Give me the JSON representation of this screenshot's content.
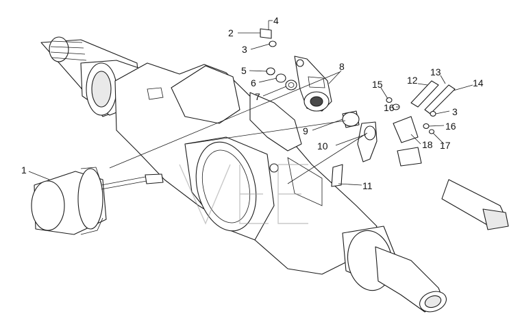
{
  "callouts": [
    {
      "id": "c1",
      "label": "1"
    },
    {
      "id": "c2",
      "label": "2"
    },
    {
      "id": "c3a",
      "label": "3"
    },
    {
      "id": "c4",
      "label": "4"
    },
    {
      "id": "c5",
      "label": "5"
    },
    {
      "id": "c6",
      "label": "6"
    },
    {
      "id": "c7",
      "label": "7"
    },
    {
      "id": "c8",
      "label": "8"
    },
    {
      "id": "c9",
      "label": "9"
    },
    {
      "id": "c10",
      "label": "10"
    },
    {
      "id": "c11",
      "label": "11"
    },
    {
      "id": "c12",
      "label": "12"
    },
    {
      "id": "c13",
      "label": "13"
    },
    {
      "id": "c14",
      "label": "14"
    },
    {
      "id": "c15",
      "label": "15"
    },
    {
      "id": "c16a",
      "label": "16"
    },
    {
      "id": "c3b",
      "label": "3"
    },
    {
      "id": "c16b",
      "label": "16"
    },
    {
      "id": "c17",
      "label": "17"
    },
    {
      "id": "c18",
      "label": "18"
    }
  ]
}
